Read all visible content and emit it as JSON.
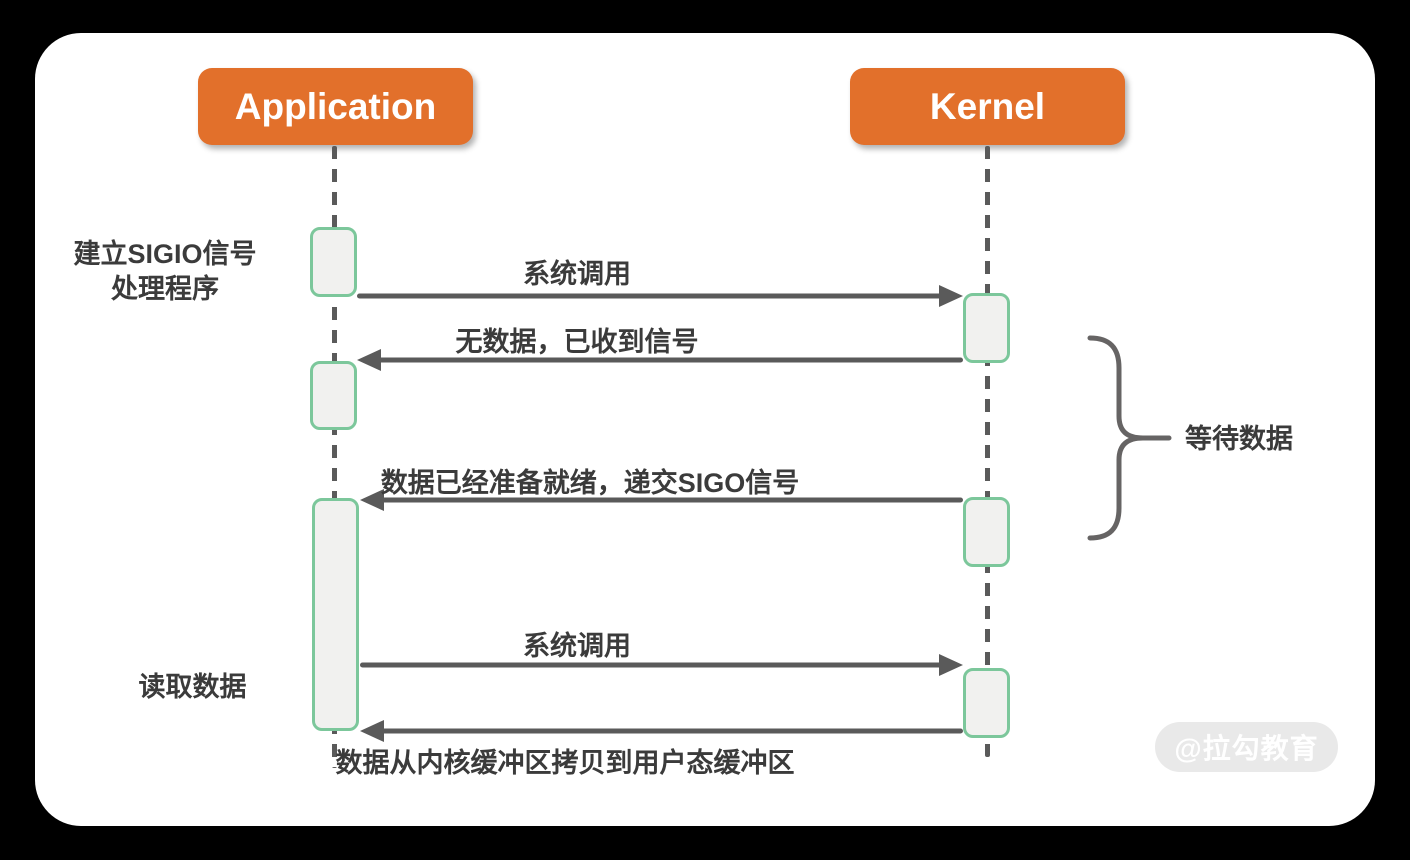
{
  "diagram_type": "sequence-diagram",
  "topic": "signal-driven IO (SIGIO)",
  "colors": {
    "page_background": "#000000",
    "card_background": "#FFFFFF",
    "actor_fill": "#E2702B",
    "actor_text": "#FFFFFF",
    "activation_fill": "#F1F1EF",
    "activation_border": "#7CC79B",
    "line": "#5A5A5A",
    "label_text": "#3B3B3B",
    "watermark_fill": "#E9E9E9",
    "watermark_text": "#FFFFFF"
  },
  "actors": {
    "application": "Application",
    "kernel": "Kernel"
  },
  "messages": [
    {
      "label": "系统调用",
      "from": "application",
      "to": "kernel",
      "direction": "right"
    },
    {
      "label": "无数据，已收到信号",
      "from": "kernel",
      "to": "application",
      "direction": "left"
    },
    {
      "label": "数据已经准备就绪，递交SIGO信号",
      "from": "kernel",
      "to": "application",
      "direction": "left"
    },
    {
      "label": "系统调用",
      "from": "application",
      "to": "kernel",
      "direction": "right"
    },
    {
      "label": "数据从内核缓冲区拷贝到用户态缓冲区",
      "from": "kernel",
      "to": "application",
      "direction": "left"
    }
  ],
  "annotations": {
    "setup_handler_line1": "建立SIGIO信号",
    "setup_handler_line2": "处理程序",
    "read_data": "读取数据",
    "wait_data": "等待数据"
  },
  "watermark": "@拉勾教育"
}
